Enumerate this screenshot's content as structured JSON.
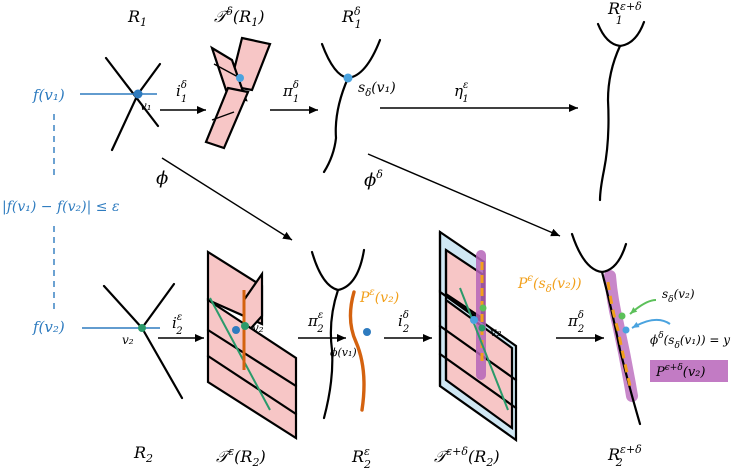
{
  "labels": {
    "R1": "R",
    "R1_sub": "1",
    "T_R1": "𝒯",
    "T_R1_sup": "δ",
    "T_R1_arg": "(R",
    "T_R1_sub": "1",
    "T_R1_close": ")",
    "R1d": "R",
    "R1d_sup": "δ",
    "R1d_sub": "1",
    "R1ed": "R",
    "R1ed_sup": "ε+δ",
    "R1ed_sub": "1",
    "f_v1": "f(v₁)",
    "v1": "v₁",
    "i1": "i",
    "i1_sup": "δ",
    "i1_sub": "1",
    "pi1": "π",
    "pi1_sup": "δ",
    "pi1_sub": "1",
    "s_v1": "s",
    "s_v1_sub": "δ",
    "s_v1_arg": "(v₁)",
    "eta1": "η",
    "eta1_sup": "ε",
    "eta1_sub": "1",
    "phi": "ϕ",
    "phi_d": "ϕ",
    "phi_d_sup": "δ",
    "ineq": "|f(v₁) − f(v₂)| ≤ ε",
    "f_v2": "f(v₂)",
    "v2a": "v₂",
    "i2": "i",
    "i2_sup": "ε",
    "i2_sub": "2",
    "v2b": "v₂",
    "pi2": "π",
    "pi2_sup": "ε",
    "pi2_sub": "2",
    "P_e_v2": "P",
    "P_e_v2_sup": "ε",
    "P_e_v2_arg": "(v₂)",
    "phi_v1": "ϕ(v₁)",
    "i2d": "i",
    "i2d_sup": "δ",
    "i2d_sub": "2",
    "v2c": "v₂",
    "P_e_s": "P",
    "P_e_s_sup": "ϵ",
    "P_e_s_arg": "(s",
    "P_e_s_sub": "δ",
    "P_e_s_close": "(v₂))",
    "pi2d": "π",
    "pi2d_sup": "δ",
    "pi2d_sub": "2",
    "s_v2": "s",
    "s_v2_sub": "δ",
    "s_v2_arg": "(v₂)",
    "phi_s": "ϕ",
    "phi_s_sup": "δ",
    "phi_s_arg": "(s",
    "phi_s_sub": "δ",
    "phi_s_close": "(v₁)) = y",
    "P_ed": "P",
    "P_ed_sup": "ϵ+δ",
    "P_ed_arg": "(v₂)",
    "R2": "R",
    "R2_sub": "2",
    "T_R2": "𝒯",
    "T_R2_sup": "ε",
    "T_R2_arg": "(R",
    "T_R2_sub": "2",
    "T_R2_close": ")",
    "R2e": "R",
    "R2e_sup": "ε",
    "R2e_sub": "2",
    "T_R2ed": "𝒯",
    "T_R2ed_sup": "ε+δ",
    "T_R2ed_arg": "(R",
    "T_R2ed_sub": "2",
    "T_R2ed_close": ")",
    "R2ed": "R",
    "R2ed_sup": "ε+δ",
    "R2ed_sub": "2"
  },
  "colors": {
    "blue": "#2e7bbf",
    "orange": "#f2a01b",
    "dark_orange": "#d4620f",
    "green": "#2a9a6a",
    "pink": "#f7c6c6",
    "light_blue": "#cfe7f3",
    "purple": "#b564b8",
    "purple_box": "#c27bc4"
  }
}
